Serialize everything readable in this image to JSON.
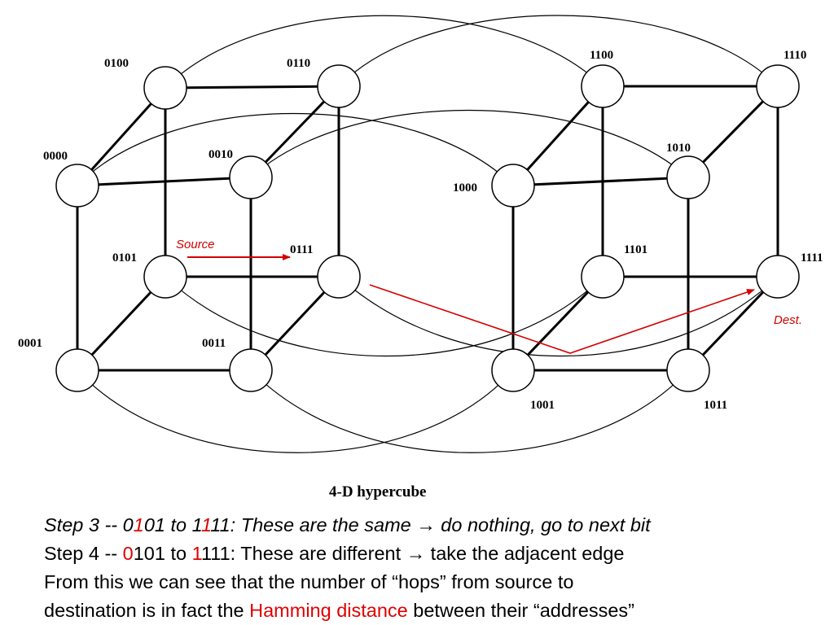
{
  "nodes": {
    "n0100": "0100",
    "n0110": "0110",
    "n1100": "1100",
    "n1110": "1110",
    "n0000": "0000",
    "n0010": "0010",
    "n1000": "1000",
    "n1010": "1010",
    "n0101": "0101",
    "n0111": "0111",
    "n1101": "1101",
    "n1111": "1111",
    "n0001": "0001",
    "n0011": "0011",
    "n1001": "1001",
    "n1011": "1011"
  },
  "annotations": {
    "source": "Source",
    "dest": "Dest."
  },
  "caption": "4-D hypercube",
  "steps": {
    "step3": {
      "prefix": "Step 3 -- 0",
      "hl1": "1",
      "mid": "01 to 1",
      "hl2": "1",
      "suffix": "11: These are the same → do nothing, go to next bit"
    },
    "step4": {
      "prefix": "Step 4 -- ",
      "hl1": "0",
      "mid": "101 to ",
      "hl2": "1",
      "suffix": "111: These are different → take the adjacent edge"
    },
    "line3": "From this we can see that the number of “hops” from source to",
    "line4_a": "destination is in fact the ",
    "line4_hl": "Hamming distance",
    "line4_b": " between their “addresses”"
  },
  "colors": {
    "highlight": "#e00000",
    "edge": "#000000"
  }
}
